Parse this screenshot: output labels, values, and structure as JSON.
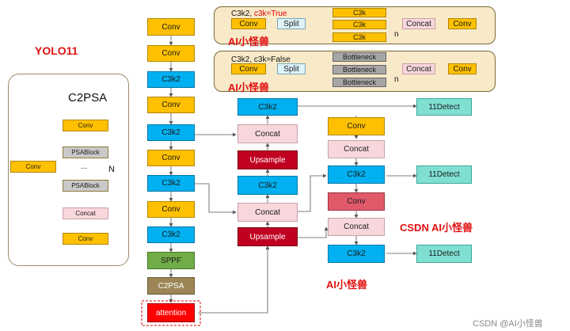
{
  "title": "YOLO11",
  "watermarks": {
    "top1": "AI小怪兽",
    "top2": "AI小怪兽",
    "right": "CSDN AI小怪兽",
    "bottom": "AI小怪兽"
  },
  "footer": "CSDN @AI小怪兽",
  "c2psa_panel": {
    "title": "C2PSA",
    "conv_top": "Conv",
    "psa1": "PSABlock",
    "dots": "...",
    "n": "N",
    "psa2": "PSABlock",
    "conv_left": "Conv",
    "concat": "Concat",
    "conv_bottom": "Conv"
  },
  "c3k_true_panel": {
    "header_prefix": "C3k2, ",
    "header_flag": "c3k=True",
    "conv": "Conv",
    "split": "Split",
    "c3k_a": "C3k",
    "c3k_b": "C3k",
    "c3k_c": "C3k",
    "n": "n",
    "concat": "Concat",
    "conv_out": "Conv",
    "flag_color": "#e00000"
  },
  "c3k_false_panel": {
    "header": "C3k2, c3k=False",
    "conv": "Conv",
    "split": "Split",
    "bottleneck_a": "Bottleneck",
    "bottleneck_b": "Bottleneck",
    "bottleneck_c": "Bottleneck",
    "n": "n",
    "concat": "Concat",
    "conv_out": "Conv"
  },
  "backbone": [
    "Conv",
    "Conv",
    "C3k2",
    "Conv",
    "C3k2",
    "Conv",
    "C3k2",
    "Conv",
    "C3k2",
    "SPPF",
    "C2PSA",
    "attention"
  ],
  "neck_mid": [
    "C3k2",
    "Concat",
    "Upsample",
    "C3k2",
    "Concat",
    "Upsample"
  ],
  "neck_right": [
    "Conv",
    "Concat",
    "C3k2",
    "Conv",
    "Concat",
    "C3k2"
  ],
  "detect": [
    "11Detect",
    "11Detect",
    "11Detect"
  ]
}
